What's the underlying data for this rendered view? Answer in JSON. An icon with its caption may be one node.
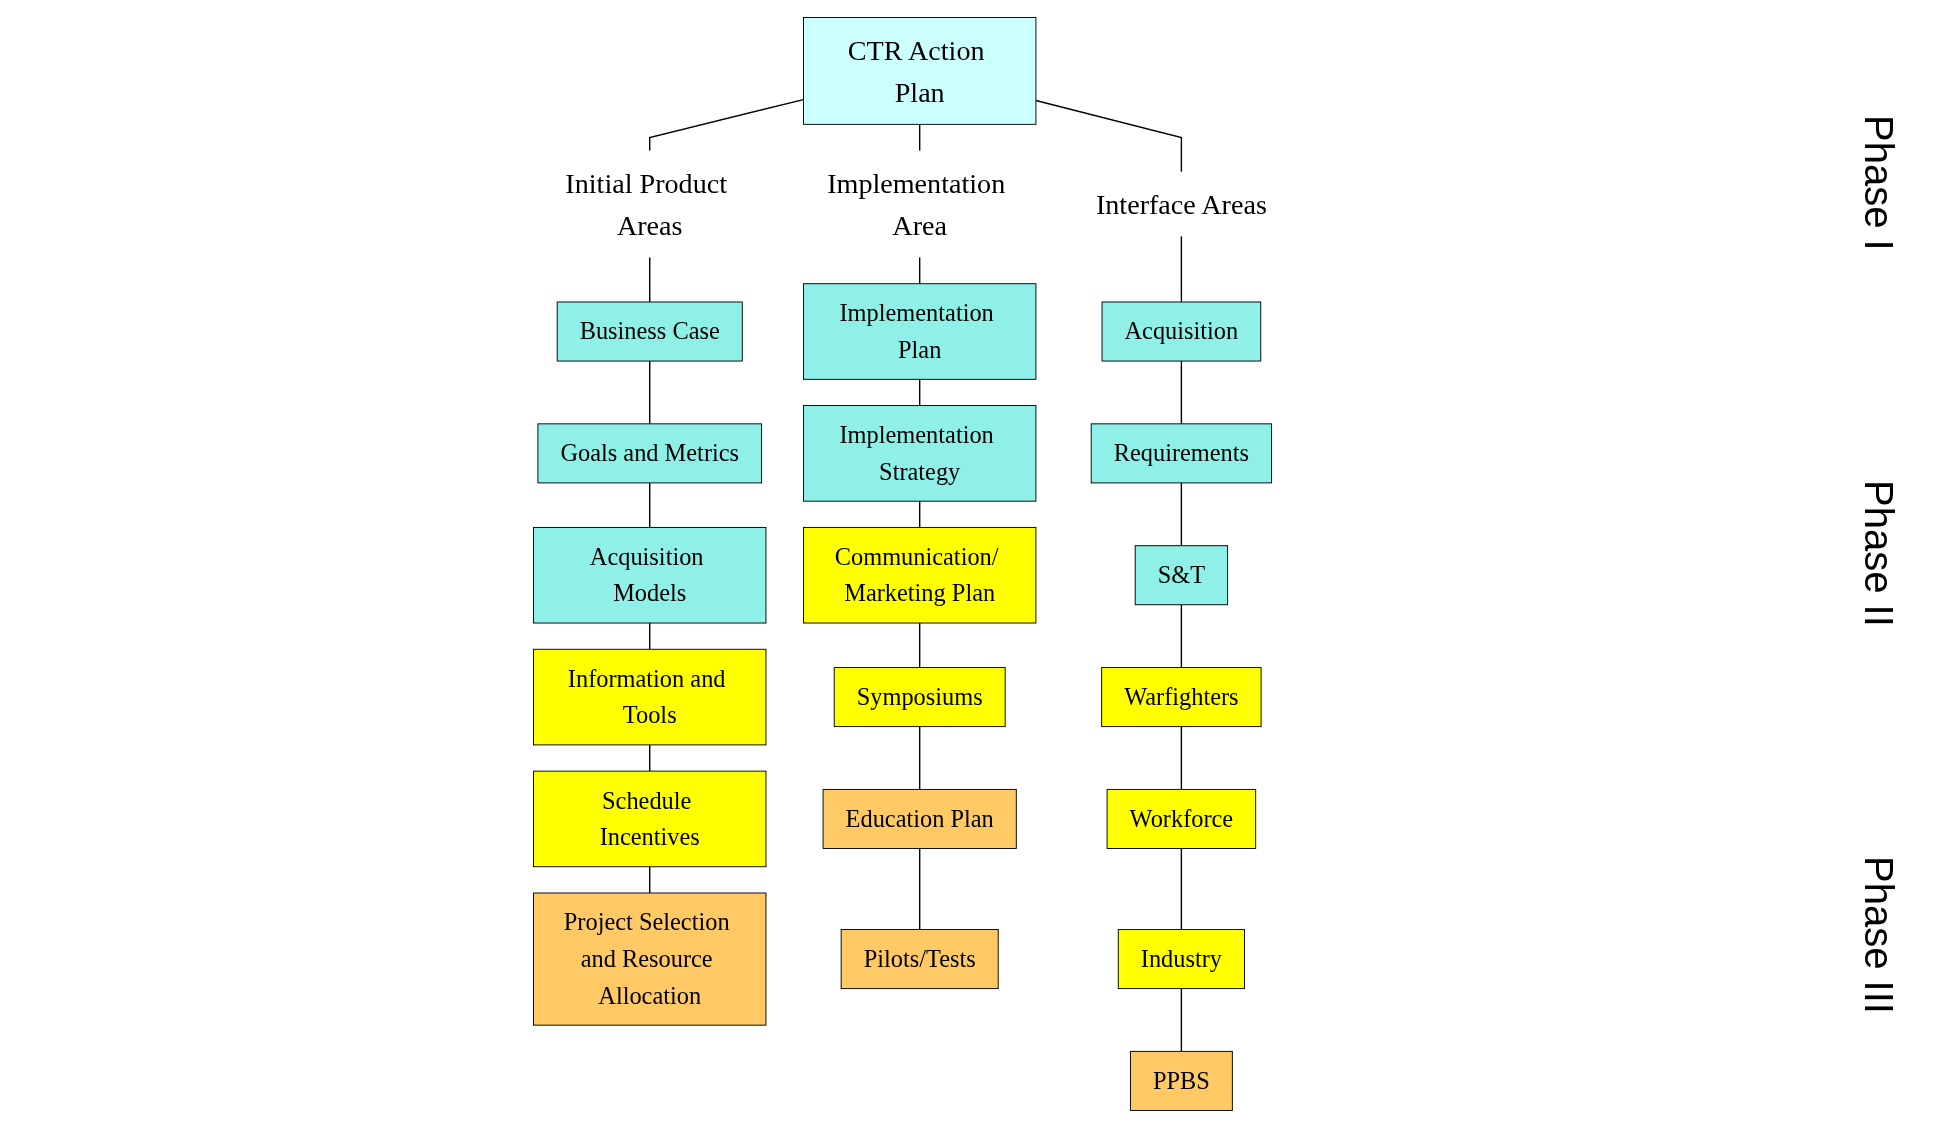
{
  "diagram": {
    "nodes": [
      {
        "text": [
          "CTR Action Plan"
        ]
      },
      {
        "text": [
          "Initial Product Areas"
        ]
      },
      {
        "text": [
          "Implementation Area"
        ]
      },
      {
        "text": [
          "Interface Areas"
        ]
      },
      {
        "text": [
          "Business Case"
        ]
      },
      {
        "text": [
          "Goals and Metrics"
        ]
      },
      {
        "text": [
          "Acquisition Models"
        ]
      },
      {
        "text": [
          "Information and Tools"
        ]
      },
      {
        "text": [
          "Schedule Incentives"
        ]
      },
      {
        "text": [
          "Project Selection and Resource Allocation"
        ]
      },
      {
        "text": [
          "Implementation Plan"
        ]
      },
      {
        "text": [
          "Implementation Strategy"
        ]
      },
      {
        "text": [
          "Communication/ Marketing Plan"
        ]
      },
      {
        "text": [
          "Symposiums"
        ]
      },
      {
        "text": [
          "Education Plan"
        ]
      },
      {
        "text": [
          "Pilots/Tests"
        ]
      },
      {
        "text": [
          "Acquisition"
        ]
      },
      {
        "text": [
          "Requirements"
        ]
      },
      {
        "text": [
          "S&T"
        ]
      },
      {
        "text": [
          "Warfighters"
        ]
      },
      {
        "text": [
          "Workforce"
        ]
      },
      {
        "text": [
          "Industry"
        ]
      },
      {
        "text": [
          "PPBS"
        ]
      }
    ],
    "edges": [
      {
        "from": 0,
        "to": 1,
        "arrow": "none"
      },
      {
        "from": 0,
        "to": 2,
        "arrow": "none"
      },
      {
        "from": 0,
        "to": 3,
        "arrow": "none"
      },
      {
        "from": 1,
        "to": 4,
        "arrow": "none"
      },
      {
        "from": 4,
        "to": 5,
        "arrow": "none"
      },
      {
        "from": 5,
        "to": 6,
        "arrow": "none"
      },
      {
        "from": 6,
        "to": 7,
        "arrow": "none"
      },
      {
        "from": 7,
        "to": 8,
        "arrow": "none"
      },
      {
        "from": 8,
        "to": 9,
        "arrow": "none"
      },
      {
        "from": 2,
        "to": 10,
        "arrow": "none"
      },
      {
        "from": 10,
        "to": 11,
        "arrow": "none"
      },
      {
        "from": 11,
        "to": 12,
        "arrow": "none"
      },
      {
        "from": 12,
        "to": 13,
        "arrow": "none"
      },
      {
        "from": 13,
        "to": 14,
        "arrow": "none"
      },
      {
        "from": 14,
        "to": 15,
        "arrow": "none"
      },
      {
        "from": 3,
        "to": 16,
        "arrow": "none"
      },
      {
        "from": 16,
        "to": 17,
        "arrow": "none"
      },
      {
        "from": 17,
        "to": 18,
        "arrow": "none"
      },
      {
        "from": 18,
        "to": 19,
        "arrow": "none"
      },
      {
        "from": 19,
        "to": 20,
        "arrow": "none"
      },
      {
        "from": 20,
        "to": 21,
        "arrow": "none"
      },
      {
        "from": 21,
        "to": 22,
        "arrow": "none"
      }
    ],
    "labels": [
      "Phase I",
      "Phase II",
      "Phase III"
    ]
  }
}
